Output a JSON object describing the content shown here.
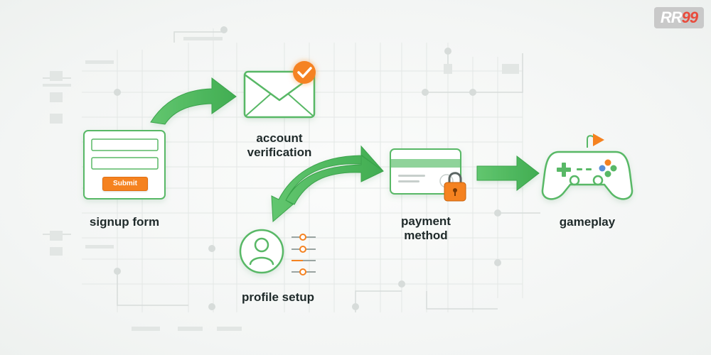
{
  "logo": {
    "text_a": "RR",
    "text_b": "99"
  },
  "colors": {
    "green": "#4cb85c",
    "green_light": "#a9dfb1",
    "orange": "#f58220",
    "background": "#f6f8f7",
    "text": "#1f2a2a"
  },
  "steps": {
    "signup": {
      "label": "signup form",
      "button_label": "Submit",
      "icon": "signup-form-icon"
    },
    "verification": {
      "label_lines": [
        "account",
        "verification"
      ],
      "icon": "envelope-check-icon"
    },
    "payment": {
      "label_lines": [
        "payment",
        "method"
      ],
      "icon": "credit-card-lock-icon"
    },
    "profile": {
      "label": "profile setup",
      "icon": "user-profile-icon"
    },
    "gameplay": {
      "label": "gameplay",
      "icon": "gamepad-icon"
    }
  },
  "arrows": [
    {
      "from": "signup",
      "to": "verification",
      "icon": "curved-arrow-icon"
    },
    {
      "from": "payment",
      "to": "profile",
      "icon": "double-curved-arrow-icon"
    },
    {
      "from": "payment",
      "to": "gameplay",
      "icon": "straight-arrow-icon"
    }
  ]
}
